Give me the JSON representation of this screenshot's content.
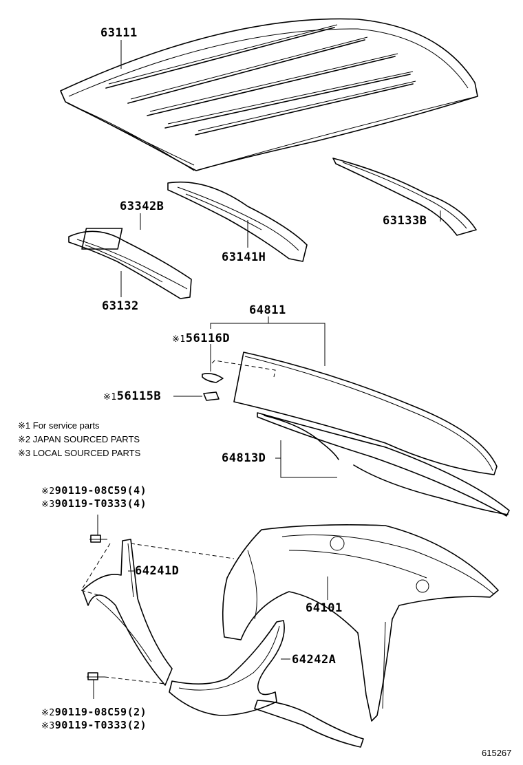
{
  "labels": {
    "roof_panel": "63111",
    "roof_silencer_pad": "63342B",
    "roof_rear_rail": "63133B",
    "roof_front_rail": "63141H",
    "roof_header": "63132",
    "back_door_glass": "64811",
    "glass_clip_prefix": "※1",
    "glass_clip": "56116D",
    "glass_spacer_prefix": "※1",
    "glass_spacer": "56115B",
    "glass_moulding": "64813D",
    "side_pillar": "64241D",
    "back_panel": "64101",
    "lower_pillar": "64242A",
    "diagram_id": "615267"
  },
  "notes": [
    {
      "mark": "※1",
      "text": "For service parts"
    },
    {
      "mark": "※2",
      "text": "JAPAN SOURCED PARTS"
    },
    {
      "mark": "※3",
      "text": "LOCAL SOURCED PARTS"
    }
  ],
  "fasteners_upper": [
    {
      "mark": "※2",
      "part": "90119-08C59(4)"
    },
    {
      "mark": "※3",
      "part": "90119-T0333(4)"
    }
  ],
  "fasteners_lower": [
    {
      "mark": "※2",
      "part": "90119-08C59(2)"
    },
    {
      "mark": "※3",
      "part": "90119-T0333(2)"
    }
  ]
}
